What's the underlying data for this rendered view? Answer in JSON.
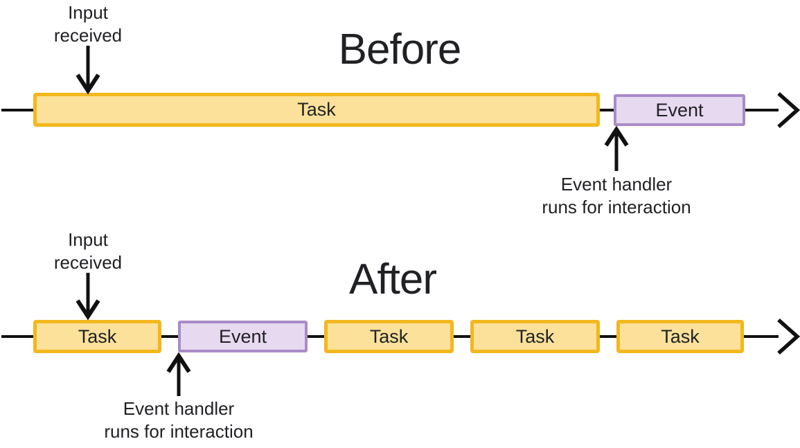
{
  "diagram": {
    "description": "Timeline comparison of event handling before and after optimization",
    "colors": {
      "task_fill": "#FBE199",
      "task_border": "#F3B71E",
      "event_fill": "#E6D9F0",
      "event_border": "#A98BC8",
      "arrow": "#111111",
      "text": "#202124"
    },
    "before": {
      "title": "Before",
      "input_label": {
        "line1": "Input",
        "line2": "received"
      },
      "handler_label": {
        "line1": "Event handler",
        "line2": "runs for interaction"
      },
      "segments": [
        {
          "type": "task",
          "label": "Task"
        },
        {
          "type": "event",
          "label": "Event"
        }
      ]
    },
    "after": {
      "title": "After",
      "input_label": {
        "line1": "Input",
        "line2": "received"
      },
      "handler_label": {
        "line1": "Event handler",
        "line2": "runs for interaction"
      },
      "segments": [
        {
          "type": "task",
          "label": "Task"
        },
        {
          "type": "event",
          "label": "Event"
        },
        {
          "type": "task",
          "label": "Task"
        },
        {
          "type": "task",
          "label": "Task"
        },
        {
          "type": "task",
          "label": "Task"
        }
      ]
    }
  }
}
